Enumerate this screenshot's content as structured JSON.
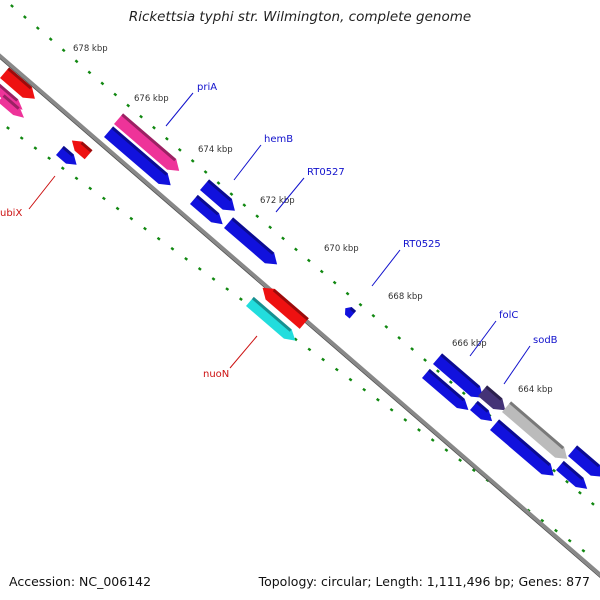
{
  "title": "Rickettsia typhi str. Wilmington, complete genome",
  "footer": {
    "accession": "Accession: NC_006142",
    "topology": "Topology: circular; Length: 1,111,496 bp; Genes: 877"
  },
  "colors": {
    "gene_forward": "#ee1111",
    "gene_reverse": "#1111dd",
    "gene_pink": "#ee3399",
    "gene_cyan": "#22dddd",
    "gene_dark": "#443377",
    "gene_gray": "#bbbbbb",
    "tick_green": "#118811",
    "backbone": "#888888",
    "label_blue": "#1111cc",
    "label_red": "#cc1111"
  },
  "kbp_labels": [
    "678 kbp",
    "676 kbp",
    "674 kbp",
    "672 kbp",
    "670 kbp",
    "668 kbp",
    "666 kbp",
    "664 kbp"
  ],
  "gene_labels": [
    {
      "name": "priA",
      "color": "label_blue"
    },
    {
      "name": "hemB",
      "color": "label_blue"
    },
    {
      "name": "RT0527",
      "color": "label_blue"
    },
    {
      "name": "RT0525",
      "color": "label_blue"
    },
    {
      "name": "folC",
      "color": "label_blue"
    },
    {
      "name": "sodB",
      "color": "label_blue"
    },
    {
      "name": "ubiX",
      "color": "label_red"
    },
    {
      "name": "nuoN",
      "color": "label_red"
    }
  ]
}
